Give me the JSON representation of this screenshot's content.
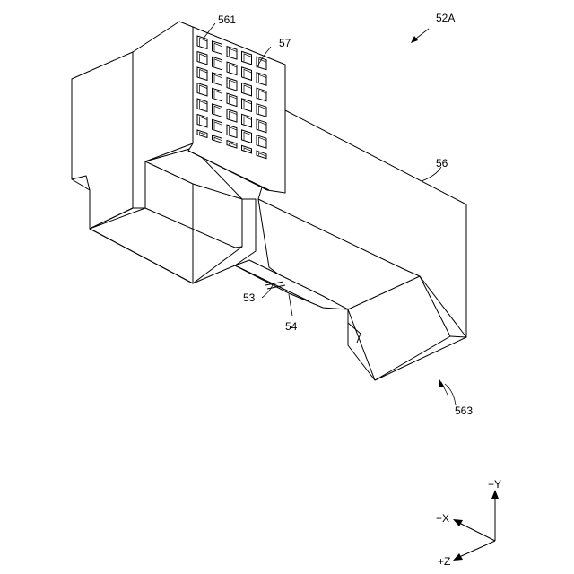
{
  "labels": {
    "assembly": "52A",
    "grid_part": "561",
    "grid": "57",
    "body": "56",
    "part_53": "53",
    "part_54": "54",
    "end_part": "563"
  },
  "axes": {
    "y": "+Y",
    "x": "+X",
    "z": "+Z"
  },
  "grid": {
    "columns": 5,
    "rows": 7
  }
}
